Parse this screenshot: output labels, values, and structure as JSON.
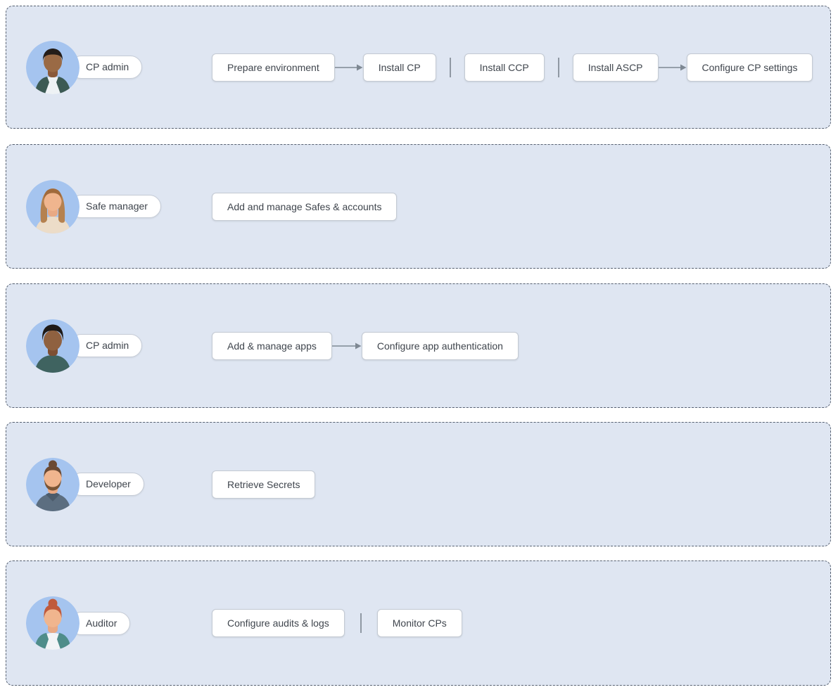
{
  "diagram": {
    "colors": {
      "lane_background": "#dfe6f2",
      "lane_border": "#566070",
      "task_background": "#ffffff",
      "task_border": "#c4cad3",
      "task_text": "#3f454d",
      "arrow": "#7e8893",
      "avatar_background": "#a5c4ef"
    },
    "lanes": [
      {
        "role": "CP admin",
        "avatar_icon": "man-short-hair-avatar",
        "tasks": [
          {
            "label": "Prepare environment",
            "connector_after": "arrow"
          },
          {
            "label": "Install CP",
            "connector_after": "divider"
          },
          {
            "label": "Install CCP",
            "connector_after": "divider"
          },
          {
            "label": "Install ASCP",
            "connector_after": "arrow"
          },
          {
            "label": "Configure CP settings",
            "connector_after": null
          }
        ]
      },
      {
        "role": "Safe manager",
        "avatar_icon": "woman-long-hair-avatar",
        "tasks": [
          {
            "label": "Add and manage Safes & accounts",
            "connector_after": null
          }
        ]
      },
      {
        "role": "CP admin",
        "avatar_icon": "man-curly-hair-avatar",
        "tasks": [
          {
            "label": "Add & manage apps",
            "connector_after": "arrow"
          },
          {
            "label": "Configure app authentication",
            "connector_after": null
          }
        ]
      },
      {
        "role": "Developer",
        "avatar_icon": "man-beard-avatar",
        "tasks": [
          {
            "label": "Retrieve Secrets",
            "connector_after": null
          }
        ]
      },
      {
        "role": "Auditor",
        "avatar_icon": "woman-bun-avatar",
        "tasks": [
          {
            "label": "Configure audits & logs",
            "connector_after": "divider"
          },
          {
            "label": "Monitor CPs",
            "connector_after": null
          }
        ]
      }
    ]
  }
}
